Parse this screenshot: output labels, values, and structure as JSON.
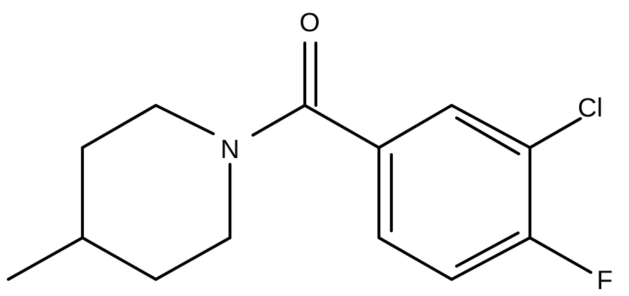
{
  "molecule": {
    "atoms": {
      "oxygen": "O",
      "nitrogen": "N",
      "chlorine": "Cl",
      "fluorine": "F"
    },
    "colors": {
      "bond": "#000000",
      "label": "#000000",
      "background": "#ffffff"
    }
  }
}
